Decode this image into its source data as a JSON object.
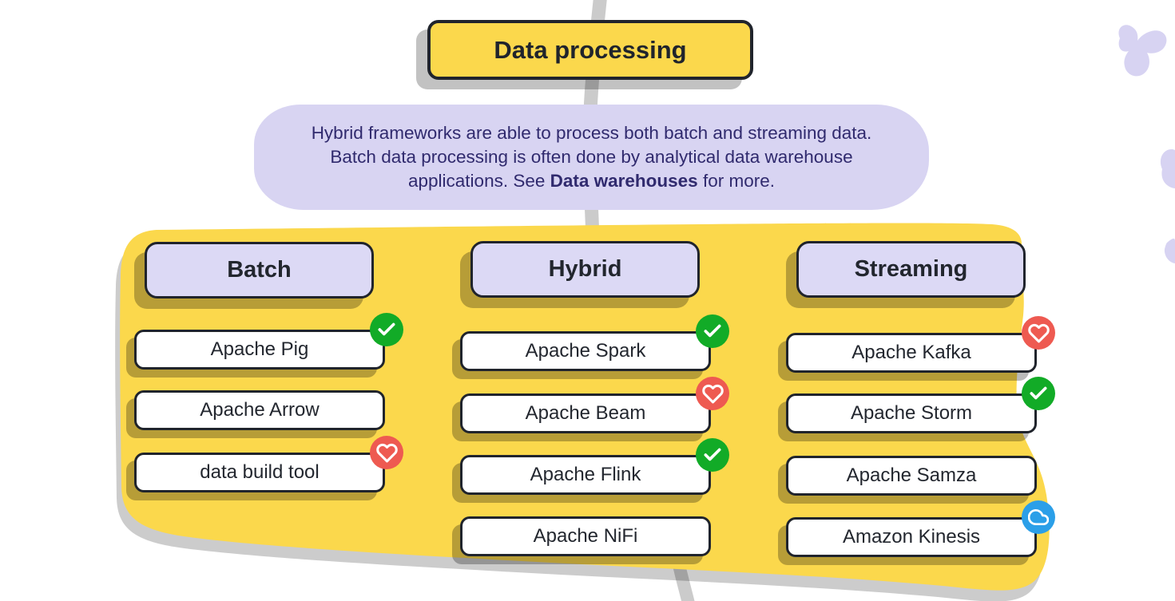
{
  "title": {
    "label": "Data processing"
  },
  "note": {
    "text_before": "Hybrid frameworks are able to process both batch and streaming data. Batch data processing is often done by analytical data warehouse applications. See ",
    "link_text": "Data warehouses",
    "text_after": " for more."
  },
  "columns": [
    {
      "label": "Batch",
      "items": [
        {
          "label": "Apache Pig",
          "badge": "done"
        },
        {
          "label": "Apache Arrow",
          "badge": "none"
        },
        {
          "label": "data build tool",
          "badge": "favorite"
        }
      ]
    },
    {
      "label": "Hybrid",
      "items": [
        {
          "label": "Apache Spark",
          "badge": "done"
        },
        {
          "label": "Apache Beam",
          "badge": "favorite"
        },
        {
          "label": "Apache Flink",
          "badge": "done"
        },
        {
          "label": "Apache NiFi",
          "badge": "none"
        }
      ]
    },
    {
      "label": "Streaming",
      "items": [
        {
          "label": "Apache Kafka",
          "badge": "favorite"
        },
        {
          "label": "Apache Storm",
          "badge": "done"
        },
        {
          "label": "Apache Samza",
          "badge": "none"
        },
        {
          "label": "Amazon Kinesis",
          "badge": "cloud"
        }
      ]
    }
  ],
  "badges": {
    "done_color": "#12AB27",
    "favorite_color": "#EE5A51",
    "cloud_color": "#2B9FE8",
    "icon_color": "#ffffff"
  },
  "colors": {
    "group_yellow": "#FBD84C",
    "title_yellow": "#FBD84C",
    "header_lavender": "#DCD9F5",
    "note_lavender": "#D8D4F2",
    "decorative_lavender": "#D7D3F2",
    "border_dark": "#20242C",
    "connector_gray": "#CBCBCB",
    "note_text": "#302A6E"
  }
}
